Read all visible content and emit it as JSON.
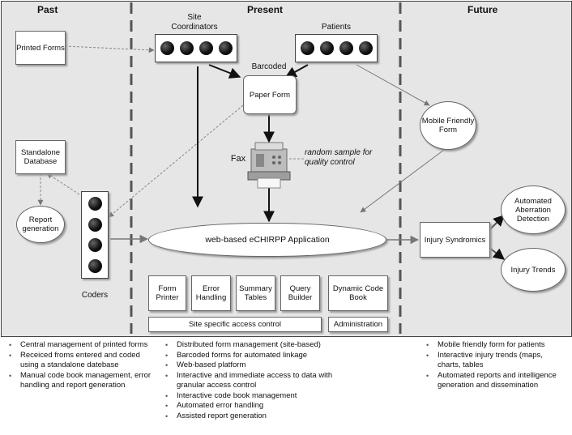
{
  "sections": {
    "past": "Past",
    "present": "Present",
    "future": "Future"
  },
  "labels": {
    "site_coordinators": "Site Coordinators",
    "patients": "Patients",
    "barcoded": "Barcoded",
    "fax": "Fax",
    "random_sample": "random sample for quality control",
    "coders": "Coders"
  },
  "boxes": {
    "printed_forms": "Printed Forms",
    "standalone_database": "Standalone Database",
    "paper_form": "Paper Form",
    "app": "web-based eCHIRPP Application",
    "injury_syndromics": "Injury Syndromics",
    "form_printer": "Form Printer",
    "error_handling": "Error Handling",
    "summary_tables": "Summary Tables",
    "query_builder": "Query Builder",
    "dynamic_code_book": "Dynamic Code Book",
    "site_access": "Site specific access control",
    "administration": "Administration"
  },
  "ellipses": {
    "report_generation": "Report generation",
    "mobile_form": "Mobile Friendly Form",
    "aberration": "Automated Aberration Detection",
    "injury_trends": "Injury Trends"
  },
  "notes": {
    "past": [
      "Central management of printed forms",
      "Receiced froms entered and coded using a standalone datebase",
      "Manual code book management, error handling and report generation"
    ],
    "present": [
      "Distributed form management (site-based)",
      "Barcoded forms for automated linkage",
      "Web-based platform",
      "Interactive and immediate access to data with granular access control",
      "Interactive code book management",
      "Automated error handling",
      "Assisted report generation"
    ],
    "future": [
      "Mobile friendly form for patients",
      "Interactive injury trends (maps, charts, tables",
      "Automated reports and intelligence generation and dissemination"
    ]
  }
}
